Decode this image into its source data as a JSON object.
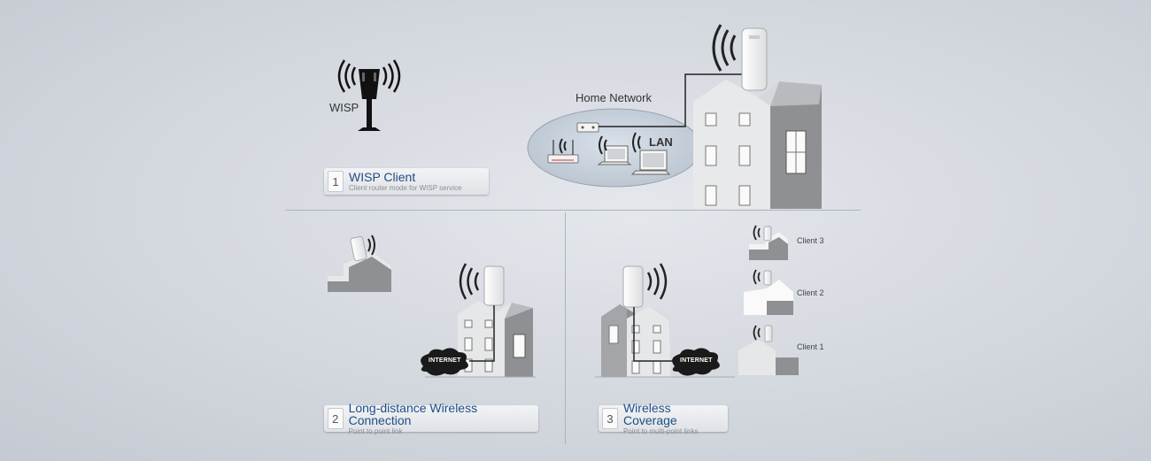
{
  "sections": [
    {
      "number": "1",
      "title": "WISP Client",
      "subtitle": "Client router mode for WISP service"
    },
    {
      "number": "2",
      "title": "Long-distance Wireless Connection",
      "subtitle": "Point to point link"
    },
    {
      "number": "3",
      "title": "Wireless Coverage",
      "subtitle": "Point to multi-point links"
    }
  ],
  "labels": {
    "wisp": "WISP",
    "home_network": "Home Network",
    "lan": "LAN",
    "internet_left": "INTERNET",
    "internet_right": "INTERNET",
    "client3": "Client 3",
    "client2": "Client 2",
    "client1": "Client 1"
  },
  "colors": {
    "accent_title": "#1e4e86",
    "house_light": "#e6e7e9",
    "house_dark": "#8e9094",
    "cloud": "#1a1a1a"
  }
}
